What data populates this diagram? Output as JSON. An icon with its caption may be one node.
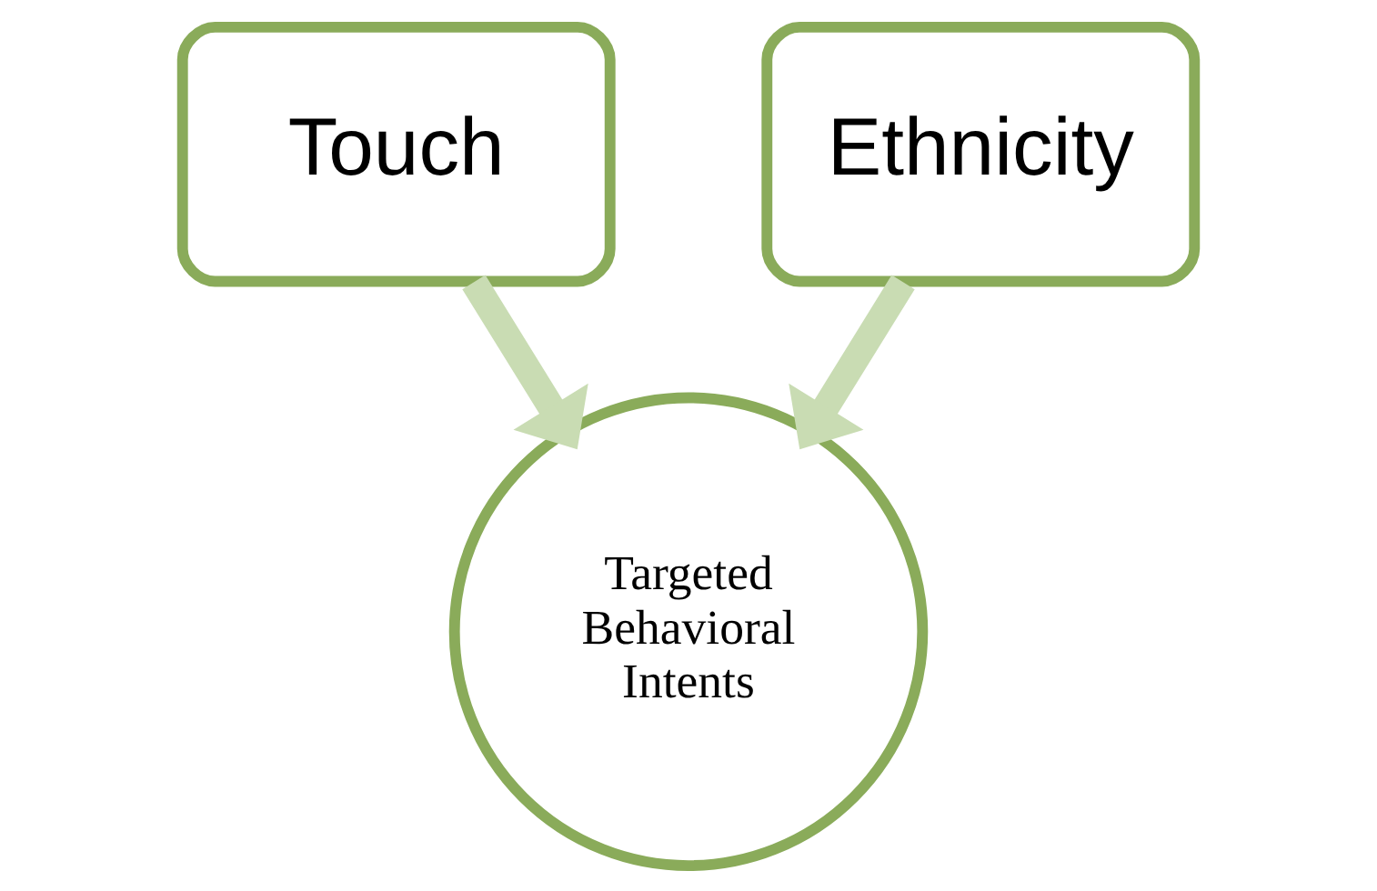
{
  "diagram": {
    "nodes": [
      {
        "text": [
          "Touch"
        ]
      },
      {
        "text": [
          "Ethnicity"
        ]
      },
      {
        "text": [
          "Targeted Behavioral Intents"
        ]
      }
    ],
    "edges": [
      {
        "from": 0,
        "to": 2,
        "arrow": "to"
      },
      {
        "from": 1,
        "to": 2,
        "arrow": "to"
      }
    ]
  }
}
